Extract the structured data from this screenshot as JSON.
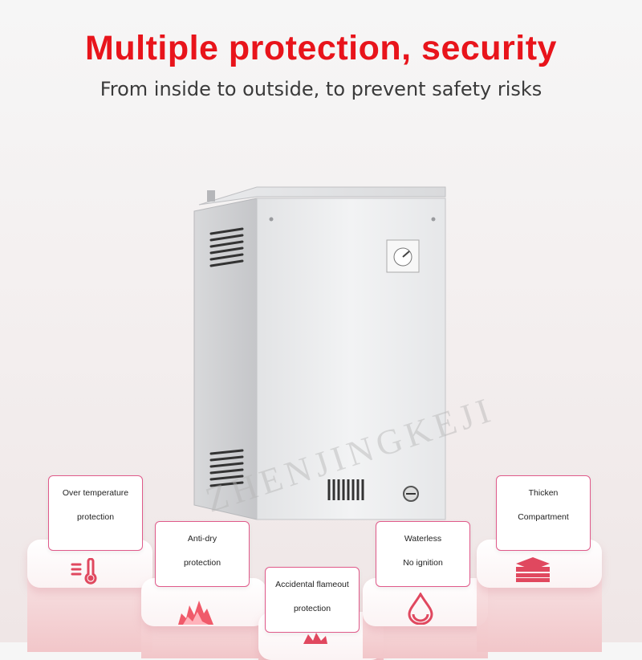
{
  "title": "Multiple protection, security",
  "subtitle": "From inside to outside, to prevent safety risks",
  "watermark": "ZHENJINGKEJI",
  "features": [
    {
      "line1": "Over temperature",
      "line2": "protection",
      "icon": "thermometer-icon"
    },
    {
      "line1": "Anti-dry",
      "line2": "protection",
      "icon": "flame-icon"
    },
    {
      "line1": "Accidental flameout",
      "line2": "protection",
      "icon": "fire-icon"
    },
    {
      "line1": "Waterless",
      "line2": "No ignition",
      "icon": "water-drop-icon"
    },
    {
      "line1": "Thicken",
      "line2": "Compartment",
      "icon": "layers-icon"
    }
  ],
  "colors": {
    "accent": "#e8141b",
    "card_border": "#e05a8a",
    "icon": "#e0485f"
  }
}
